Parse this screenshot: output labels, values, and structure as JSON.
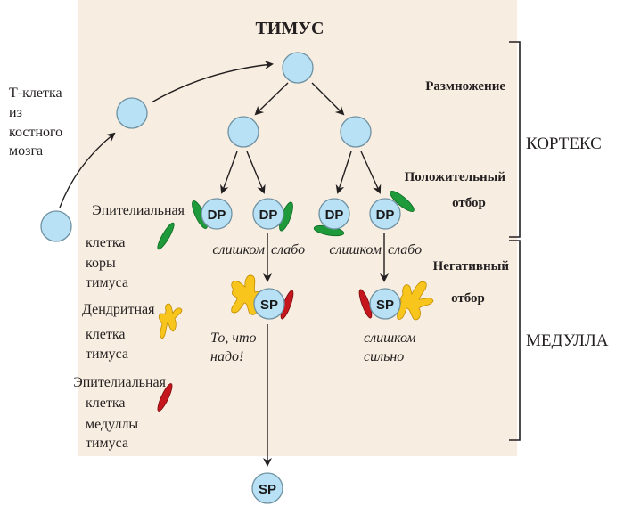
{
  "title": "ТИМУС",
  "colors": {
    "background_panel": "#f7ede0",
    "cell_fill": "#b9e1f6",
    "cortex_epithelial": "#1e9a3a",
    "medulla_epithelial": "#c4161c",
    "dendritic": "#f7c51b"
  },
  "source_label": [
    "Т-клетка",
    "из",
    "костного",
    "мозга"
  ],
  "stage_labels": {
    "proliferation": "Размножение",
    "positive_selection": [
      "Положительный",
      "отбор"
    ],
    "negative_selection": [
      "Негативный",
      "отбор"
    ]
  },
  "regions": {
    "cortex": "КОРТЕКС",
    "medulla": "МЕДУЛЛА"
  },
  "legend": {
    "cortex_epithelial": [
      "Эпителиальная",
      "клетка",
      "коры",
      "тимуса"
    ],
    "dendritic": [
      "Дендритная",
      "клетка",
      "тимуса"
    ],
    "medulla_epithelial": [
      "Эпителиальная",
      "клетка",
      "медуллы",
      "тимуса"
    ]
  },
  "cells": {
    "dp": "DP",
    "sp": "SP"
  },
  "annotations": {
    "too_weak_left": [
      "слишком",
      "слабо"
    ],
    "too_weak_right": [
      "слишком",
      "слабо"
    ],
    "just_right": [
      "То, что",
      "надо!"
    ],
    "too_strong": [
      "слишком",
      "сильно"
    ]
  }
}
